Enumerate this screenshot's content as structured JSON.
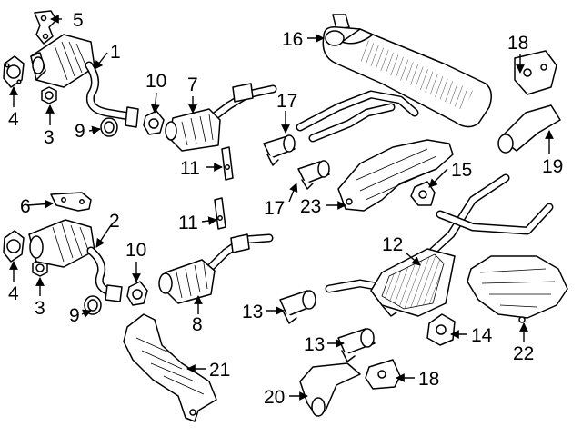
{
  "diagram": {
    "callouts": {
      "c1": "1",
      "c2": "2",
      "c3a": "3",
      "c3b": "3",
      "c4a": "4",
      "c4b": "4",
      "c5": "5",
      "c6": "6",
      "c7": "7",
      "c8": "8",
      "c9a": "9",
      "c9b": "9",
      "c10a": "10",
      "c10b": "10",
      "c11a": "11",
      "c11b": "11",
      "c12": "12",
      "c13a": "13",
      "c13b": "13",
      "c14": "14",
      "c15": "15",
      "c16": "16",
      "c17a": "17",
      "c17b": "17",
      "c18a": "18",
      "c18b": "18",
      "c19": "19",
      "c20": "20",
      "c21": "21",
      "c22": "22",
      "c23": "23"
    }
  }
}
